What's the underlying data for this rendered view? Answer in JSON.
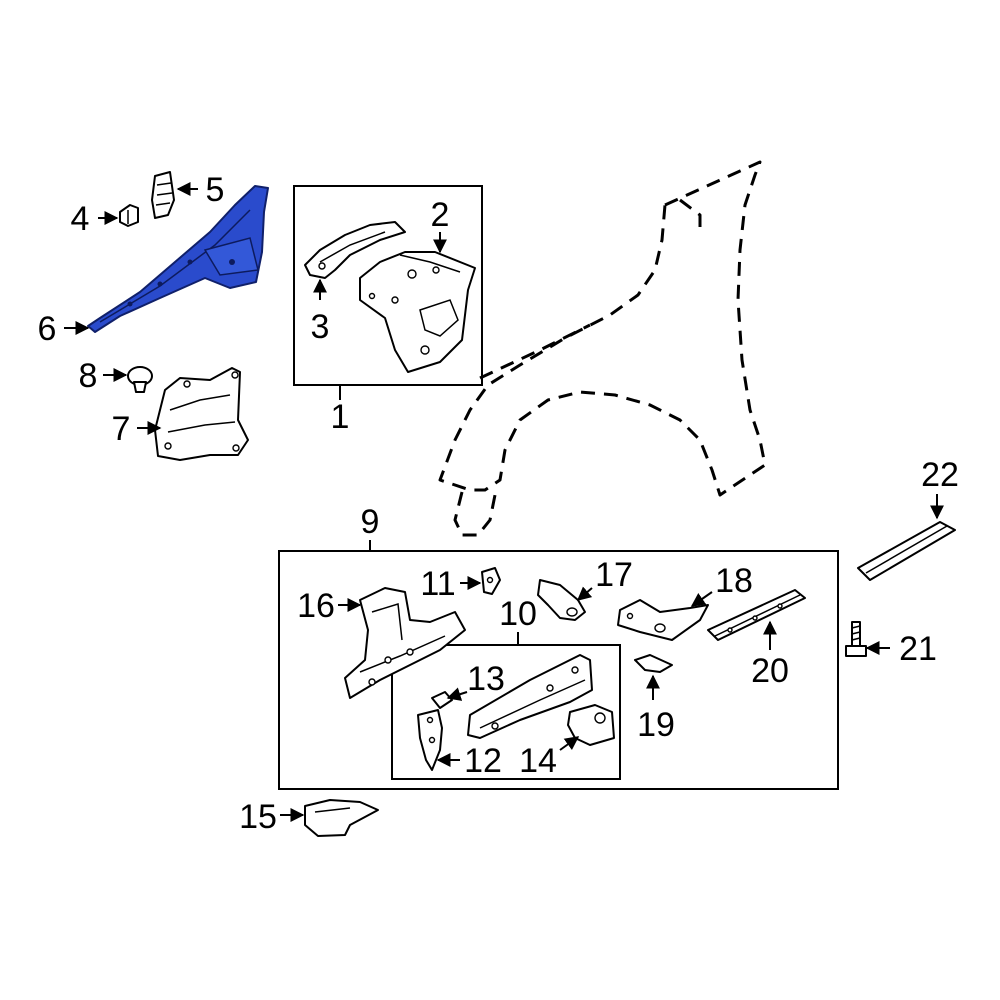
{
  "diagram": {
    "highlight_color": "#2a4bcc",
    "highlighted_part": "6",
    "callouts": {
      "c1": "1",
      "c2": "2",
      "c3": "3",
      "c4": "4",
      "c5": "5",
      "c6": "6",
      "c7": "7",
      "c8": "8",
      "c9": "9",
      "c10": "10",
      "c11": "11",
      "c12": "12",
      "c13": "13",
      "c14": "14",
      "c15": "15",
      "c16": "16",
      "c17": "17",
      "c18": "18",
      "c19": "19",
      "c20": "20",
      "c21": "21",
      "c22": "22"
    }
  }
}
